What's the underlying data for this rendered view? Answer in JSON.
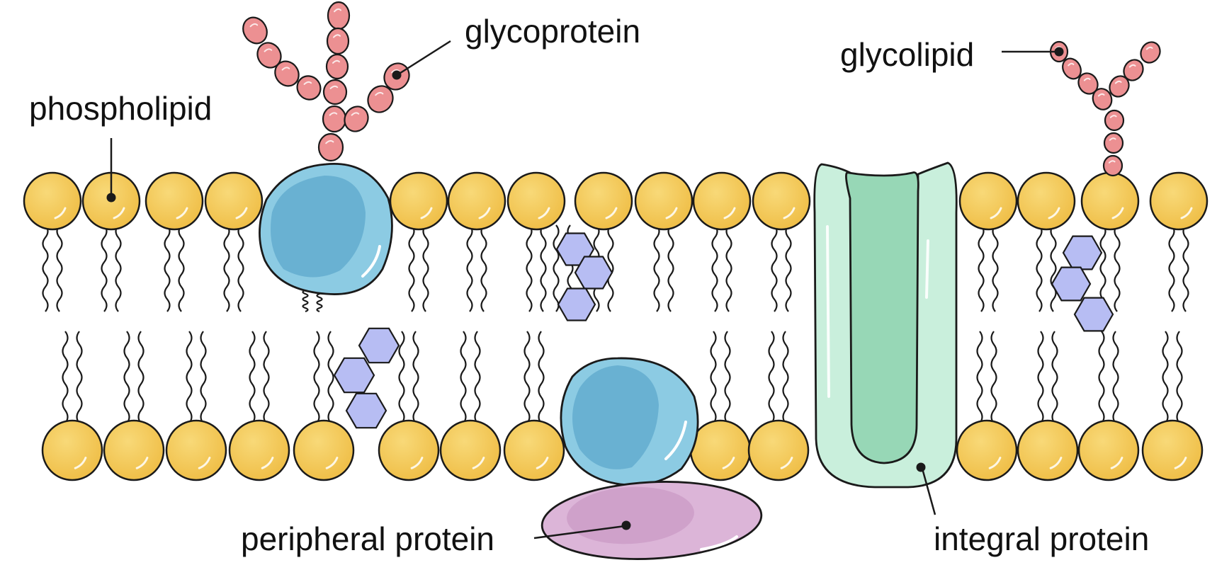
{
  "labels": {
    "phospholipid": "phospholipid",
    "glycoprotein": "glycoprotein",
    "glycolipid": "glycolipid",
    "peripheral_protein": "peripheral protein",
    "integral_protein": "integral protein"
  },
  "colors": {
    "phospholipid_head": "#f3c85a",
    "glycoprotein_bead": "#ec9092",
    "protein_blue": "#8ccbe3",
    "protein_blue_dark": "#5da8cc",
    "channel_outer": "#c9efdc",
    "channel_inner": "#97d7b6",
    "cholesterol": "#b7bdf3",
    "peripheral_purple": "#dcb5d8",
    "outline": "#1a1a1a"
  },
  "icons": {
    "phospholipid": "phospholipid-icon",
    "glycoprotein": "glycoprotein-icon",
    "glycolipid": "glycolipid-icon",
    "cholesterol": "cholesterol-icon",
    "integral_protein": "integral-protein-icon",
    "peripheral_protein": "peripheral-protein-icon"
  }
}
